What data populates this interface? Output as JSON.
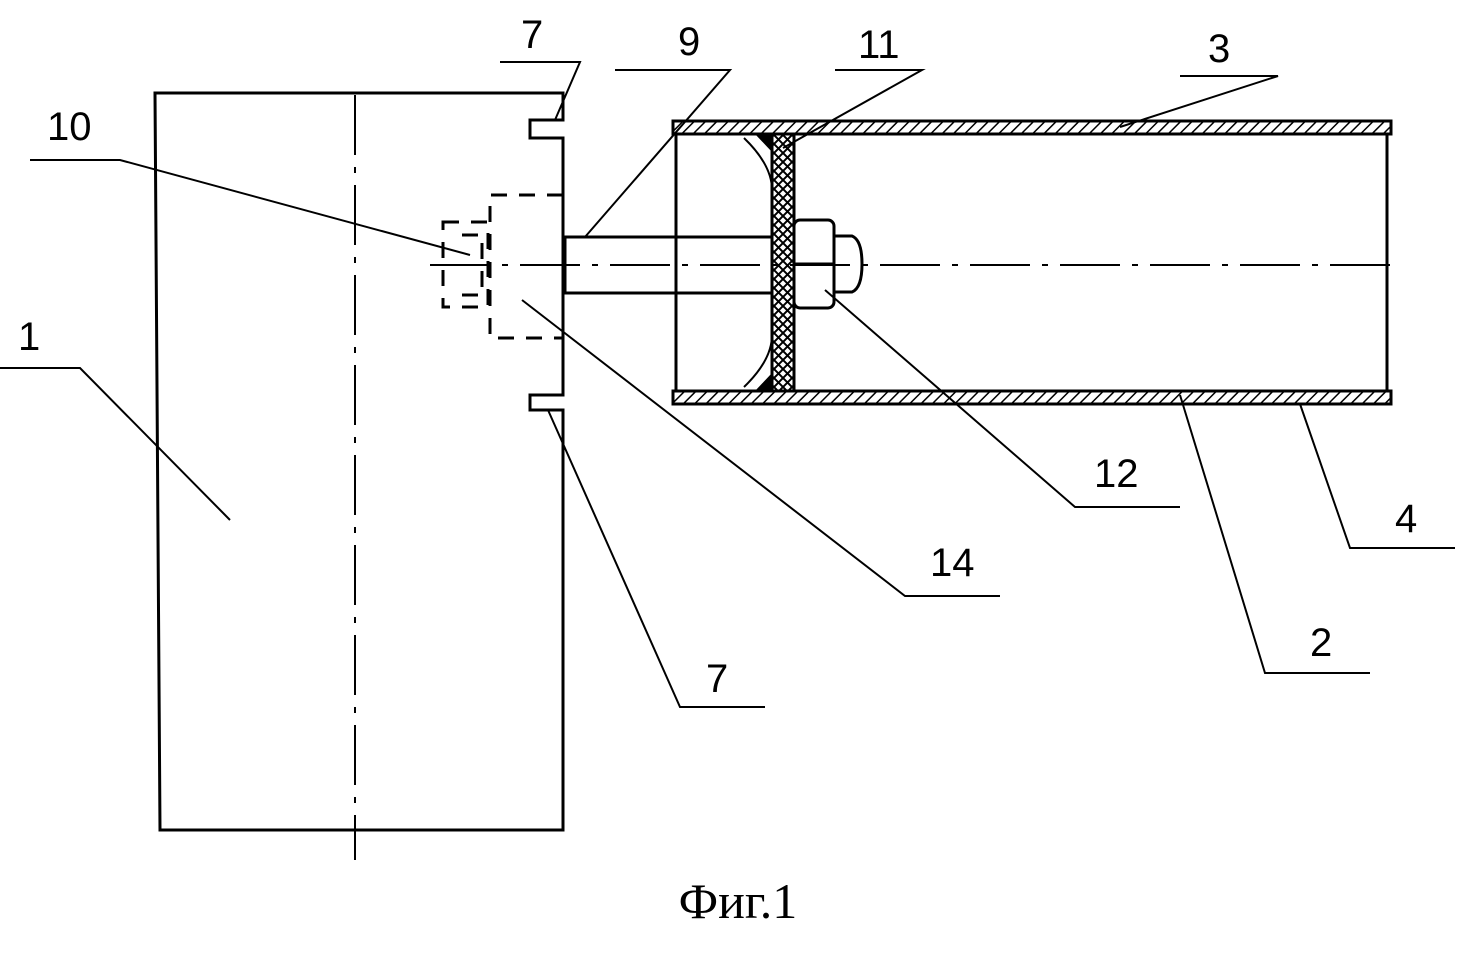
{
  "labels": {
    "l1": "1",
    "l2": "2",
    "l3": "3",
    "l4": "4",
    "l7_top": "7",
    "l7_bottom": "7",
    "l9": "9",
    "l10": "10",
    "l11": "11",
    "l12": "12",
    "l14": "14"
  },
  "caption": "Фиг.1"
}
